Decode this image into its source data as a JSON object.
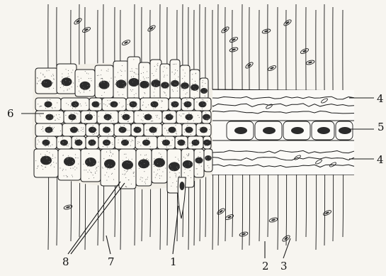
{
  "labels": {
    "l1": "1",
    "l2": "2",
    "l3": "3",
    "l4a": "4",
    "l4b": "4",
    "l5": "5",
    "l6": "6",
    "l7": "7",
    "l8": "8"
  },
  "colors": {
    "ink": "#1a1a1a",
    "paper": "#f7f5f0",
    "nucleus": "#2b2b2b",
    "stipple": "#6a6a6a"
  }
}
